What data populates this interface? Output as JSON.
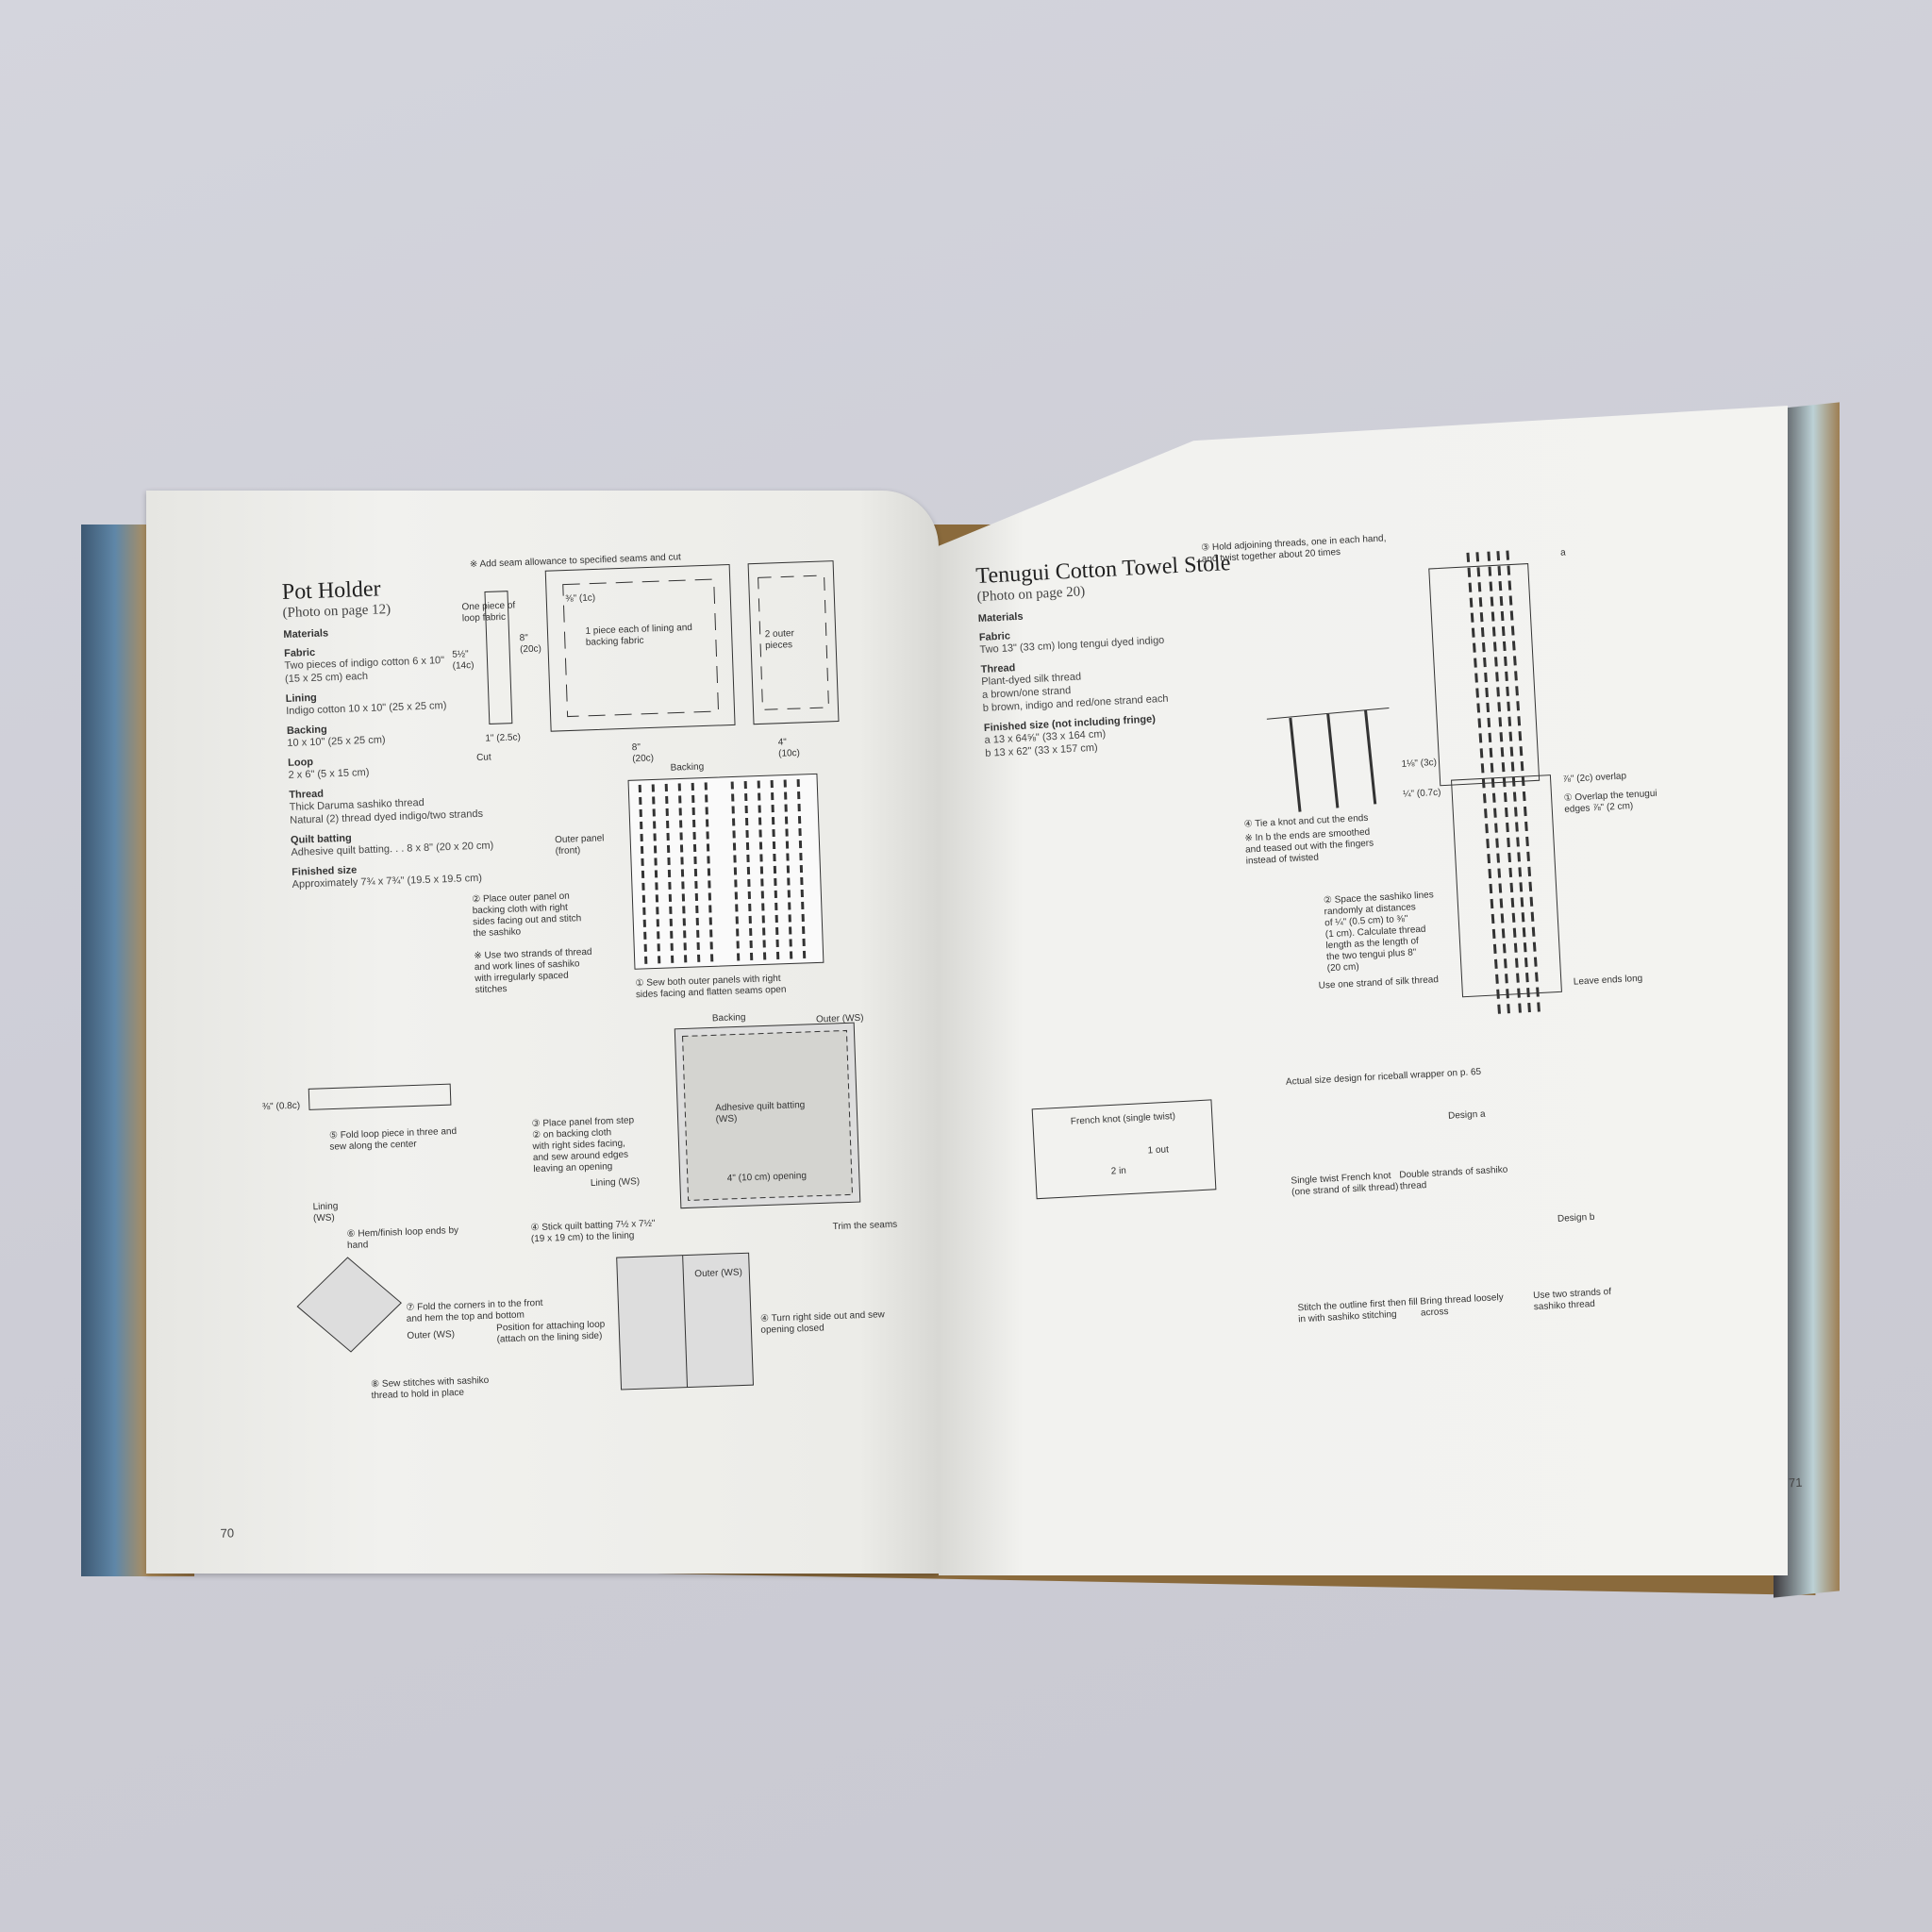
{
  "left_page": {
    "title": "Pot Holder",
    "subtitle": "(Photo on page 12)",
    "materials_heading": "Materials",
    "materials": [
      {
        "heading": "Fabric",
        "lines": [
          "Two pieces of indigo cotton 6 x 10\"",
          "(15 x 25 cm) each"
        ]
      },
      {
        "heading": "Lining",
        "lines": [
          "Indigo cotton 10 x 10\" (25 x 25 cm)"
        ]
      },
      {
        "heading": "Backing",
        "lines": [
          "10 x 10\" (25 x 25 cm)"
        ]
      },
      {
        "heading": "Loop",
        "lines": [
          "2 x 6\" (5 x 15 cm)"
        ]
      },
      {
        "heading": "Thread",
        "lines": [
          "Thick Daruma sashiko thread",
          "Natural (2) thread dyed indigo/two strands"
        ]
      },
      {
        "heading": "Quilt batting",
        "lines": [
          "Adhesive quilt batting. . . 8 x 8\" (20 x 20 cm)"
        ]
      },
      {
        "heading": "Finished size",
        "lines": [
          "Approximately 7¾ x 7¾\" (19.5 x 19.5 cm)"
        ]
      }
    ],
    "labels": {
      "seam_note": "※ Add seam allowance to specified seams and cut",
      "loop_fabric": "One piece of\nloop fabric",
      "loop_height": "5½\"\n(14c)",
      "loop_width": "1\" (2.5c)",
      "cut": "Cut",
      "big_height": "8\"\n(20c)",
      "seam_1": "⅜\" (1c)",
      "lining_backing": "1 piece each of lining and\nbacking fabric",
      "big_width": "8\"\n(20c)",
      "outer_pieces": "2 outer\npieces",
      "outer_width": "4\"\n(10c)",
      "backing": "Backing",
      "outer_panel_front": "Outer panel\n(front)",
      "step2": "② Place outer panel on\nbacking cloth with right\nsides facing out and stitch\nthe sashiko",
      "two_strands": "※ Use two strands of thread\nand work lines of sashiko\nwith irregularly spaced\nstitches",
      "step1": "① Sew both outer panels with right\nsides facing and flatten seams open",
      "loop_width2": "⅜\" (0.8c)",
      "step5": "⑤ Fold loop piece in three and\nsew along the center",
      "lining_ws": "Lining\n(WS)",
      "step6": "⑥ Hem/finish loop ends by\nhand",
      "step7": "⑦ Fold the corners in to the front\nand hem the top and bottom",
      "outer_ws": "Outer (WS)",
      "step8": "⑧ Sew stitches with sashiko\nthread to hold in place",
      "backing2": "Backing",
      "outer_ws2": "Outer (WS)",
      "step3": "③ Place panel from step\n② on backing cloth\nwith right sides facing,\nand sew around edges\nleaving an opening",
      "lining_ws2": "Lining (WS)",
      "adhesive": "Adhesive quilt batting\n(WS)",
      "opening": "4\" (10 cm) opening",
      "step4": "④ Stick quilt batting 7½ x 7½\"\n(19 x 19 cm) to the lining",
      "trim": "Trim the seams",
      "position_loop": "Position for attaching loop\n(attach on the lining side)",
      "outer_ws3": "Outer (WS)",
      "turn_right": "④ Turn right side out and sew\nopening closed"
    },
    "page_number": "70"
  },
  "right_page": {
    "title": "Tenugui Cotton Towel Stole",
    "subtitle": "(Photo on page 20)",
    "materials_heading": "Materials",
    "materials": [
      {
        "heading": "Fabric",
        "lines": [
          "Two 13\" (33 cm) long tengui dyed indigo"
        ]
      },
      {
        "heading": "Thread",
        "lines": [
          "Plant-dyed silk thread",
          "a brown/one strand",
          "b brown, indigo and red/one strand each"
        ]
      },
      {
        "heading": "Finished size (not including fringe)",
        "lines": [
          "a 13 x 64⅝\" (33 x 164 cm)",
          "b 13 x 62\" (33 x 157 cm)"
        ]
      }
    ],
    "labels": {
      "step3": "③ Hold adjoining threads, one in each hand,\nand twist together about 20 times",
      "twist_len": "1⅛\" (3c)",
      "end_len": "¼\" (0.7c)",
      "step4": "④ Tie a knot and cut the ends",
      "note_b": "※ In b the ends are smoothed\nand teased out with the fingers\ninstead of twisted",
      "step2": "② Space the sashiko lines\nrandomly at distances\nof ¼\" (0.5 cm) to ⅜\"\n(1 cm). Calculate thread\nlength as the length of\nthe two tengui plus 8\"\n(20 cm)",
      "one_strand": "Use one strand of silk thread",
      "variant_a": "a",
      "overlap": "⅞\" (2c) overlap",
      "step1": "① Overlap the tenugui\nedges ⅞\" (2 cm)",
      "leave_ends": "Leave ends long",
      "french_knot": "French knot (single twist)",
      "one_out": "1 out",
      "two_in": "2 in",
      "actual_size": "Actual size design for riceball wrapper on p. 65",
      "design_a": "Design a",
      "single_twist": "Single twist French knot\n(one strand of silk thread)",
      "double_strands": "Double strands of sashiko\nthread",
      "design_b": "Design b",
      "stitch_outline": "Stitch the outline first then fill\nin with sashiko stitching",
      "bring_thread": "Bring thread loosely\nacross",
      "use_two": "Use two strands of\nsashiko thread"
    },
    "page_number": "71"
  }
}
